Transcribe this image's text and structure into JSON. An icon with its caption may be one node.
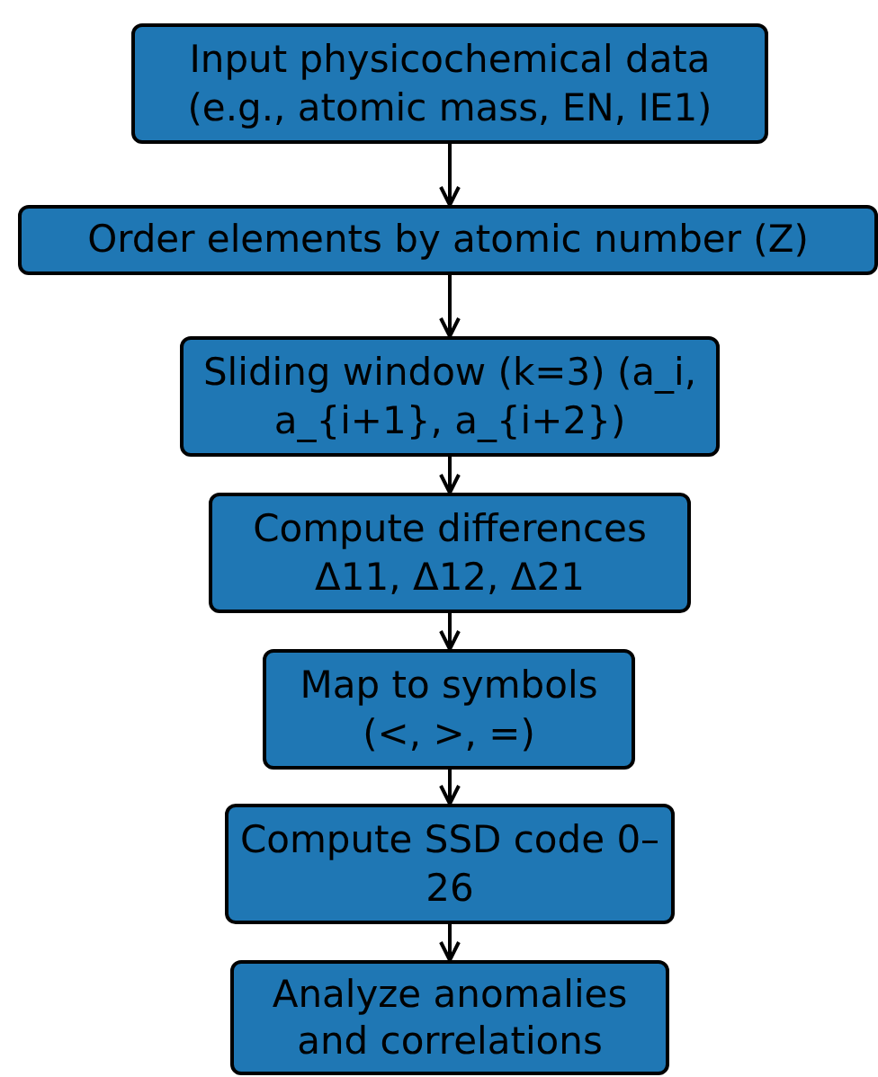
{
  "diagram": {
    "nodes": [
      {
        "text": [
          "Input physicochemical data (e.g., atomic mass, EN, IE1)"
        ]
      },
      {
        "text": [
          "Order elements by atomic number (Z)"
        ]
      },
      {
        "text": [
          "Sliding window (k=3) (a_i, a_{i+1}, a_{i+2})"
        ]
      },
      {
        "text": [
          "Compute differences Δ11, Δ12, Δ21"
        ]
      },
      {
        "text": [
          "Map to symbols (<, >, =)"
        ]
      },
      {
        "text": [
          "Compute SSD code 0–26"
        ]
      },
      {
        "text": [
          "Analyze anomalies and correlations"
        ]
      }
    ],
    "edges": [
      {
        "from": 0,
        "to": 1,
        "arrow": "to"
      },
      {
        "from": 1,
        "to": 2,
        "arrow": "to"
      },
      {
        "from": 2,
        "to": 3,
        "arrow": "to"
      },
      {
        "from": 3,
        "to": 4,
        "arrow": "to"
      },
      {
        "from": 4,
        "to": 5,
        "arrow": "to"
      },
      {
        "from": 5,
        "to": 6,
        "arrow": "to"
      }
    ]
  }
}
